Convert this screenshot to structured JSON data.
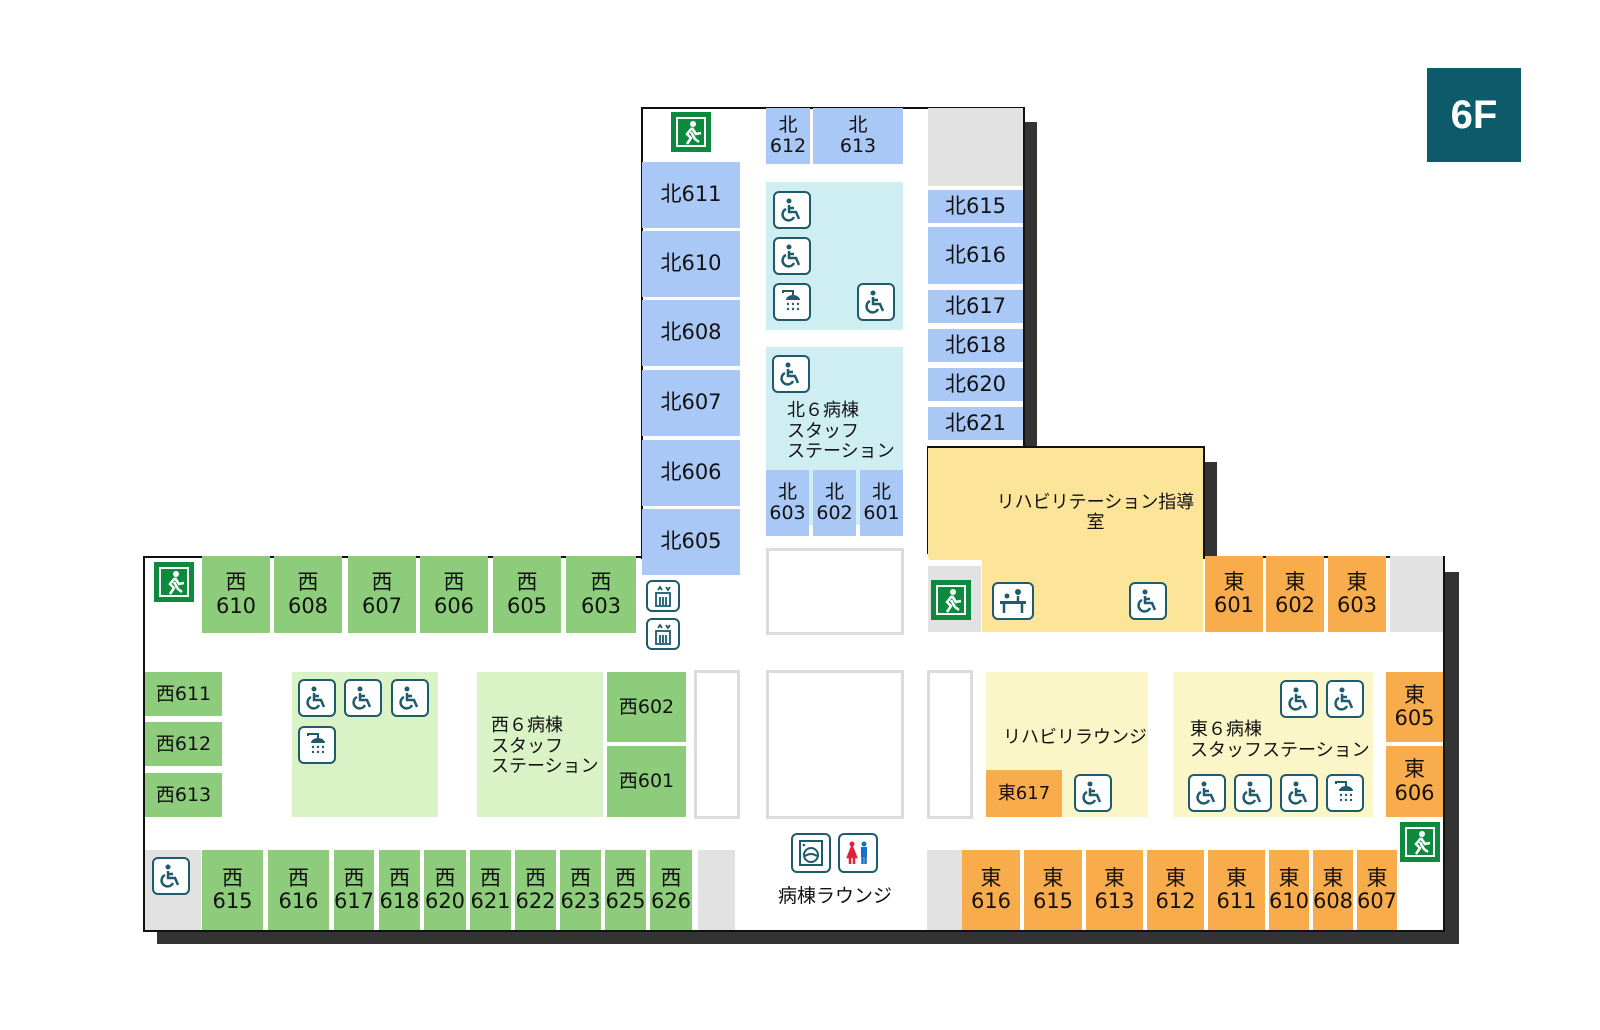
{
  "floor_badge": "6F",
  "colors": {
    "north": "#a9c8f5",
    "west": "#8ccc7b",
    "east": "#f8ac4b",
    "badge": "#0d5a6b",
    "exit": "#0d8a3d",
    "icon": "#1d5b6d"
  },
  "north": {
    "top_rooms": [
      [
        "北",
        "612"
      ],
      [
        "北",
        "613"
      ]
    ],
    "left_rooms": [
      "北611",
      "北610",
      "北608",
      "北607",
      "北606",
      "北605"
    ],
    "right_rooms": [
      "北615",
      "北616",
      "北617",
      "北618",
      "北620",
      "北621"
    ],
    "bottom_rooms": [
      [
        "北",
        "603"
      ],
      [
        "北",
        "602"
      ],
      [
        "北",
        "601"
      ]
    ],
    "station": "北６病棟\nスタッフ\nステーション"
  },
  "west": {
    "top_rooms": [
      [
        "西",
        "610"
      ],
      [
        "西",
        "608"
      ],
      [
        "西",
        "607"
      ],
      [
        "西",
        "606"
      ],
      [
        "西",
        "605"
      ],
      [
        "西",
        "603"
      ]
    ],
    "side_rooms": [
      "西611",
      "西612",
      "西613"
    ],
    "mid_rooms": [
      "西602",
      "西601"
    ],
    "bottom_rooms": [
      [
        "西",
        "615"
      ],
      [
        "西",
        "616"
      ],
      [
        "西",
        "617"
      ],
      [
        "西",
        "618"
      ],
      [
        "西",
        "620"
      ],
      [
        "西",
        "621"
      ],
      [
        "西",
        "622"
      ],
      [
        "西",
        "623"
      ],
      [
        "西",
        "625"
      ],
      [
        "西",
        "626"
      ]
    ],
    "station": "西６病棟\nスタッフ\nステーション"
  },
  "east": {
    "top_rooms": [
      [
        "東",
        "601"
      ],
      [
        "東",
        "602"
      ],
      [
        "東",
        "603"
      ]
    ],
    "side_rooms": [
      [
        "東",
        "605"
      ],
      [
        "東",
        "606"
      ]
    ],
    "lounge_room": "東617",
    "bottom_rooms": [
      [
        "東",
        "616"
      ],
      [
        "東",
        "615"
      ],
      [
        "東",
        "613"
      ],
      [
        "東",
        "612"
      ],
      [
        "東",
        "611"
      ],
      [
        "東",
        "610"
      ],
      [
        "東",
        "608"
      ],
      [
        "東",
        "607"
      ]
    ],
    "station": "東６病棟\nスタッフステーション"
  },
  "rehab_room": "リハビリテーション指導室",
  "rehab_lounge": "リハビリラウンジ",
  "ward_lounge": "病棟ラウンジ",
  "icons": {
    "wheelchair": "wheelchair-toilet-icon",
    "shower": "shower-icon",
    "elevator": "elevator-icon",
    "exit": "emergency-exit-icon",
    "laundry": "laundry-icon",
    "restroom": "restroom-icon",
    "rehab": "rehab-icon"
  }
}
